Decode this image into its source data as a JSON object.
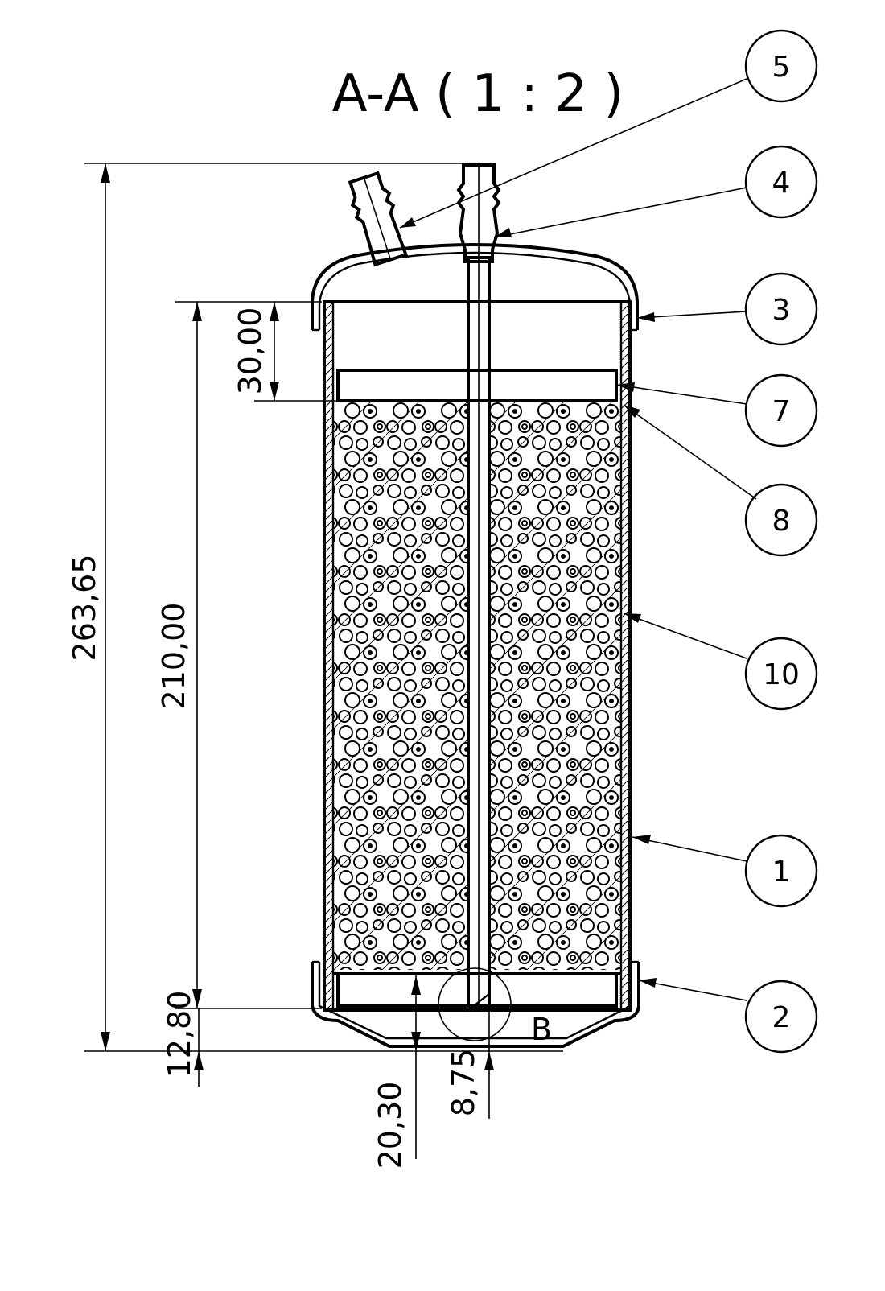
{
  "title": "A-A ( 1 : 2 )",
  "dimensions": {
    "overall_height": "263,65",
    "body_height": "210,00",
    "top_space": "30,00",
    "bottom_offset": "12,80",
    "bottom_depth": "20,30",
    "tube_gap": "8,75"
  },
  "detail_label": "B",
  "balloons": [
    "5",
    "4",
    "3",
    "7",
    "8",
    "10",
    "1",
    "2"
  ]
}
